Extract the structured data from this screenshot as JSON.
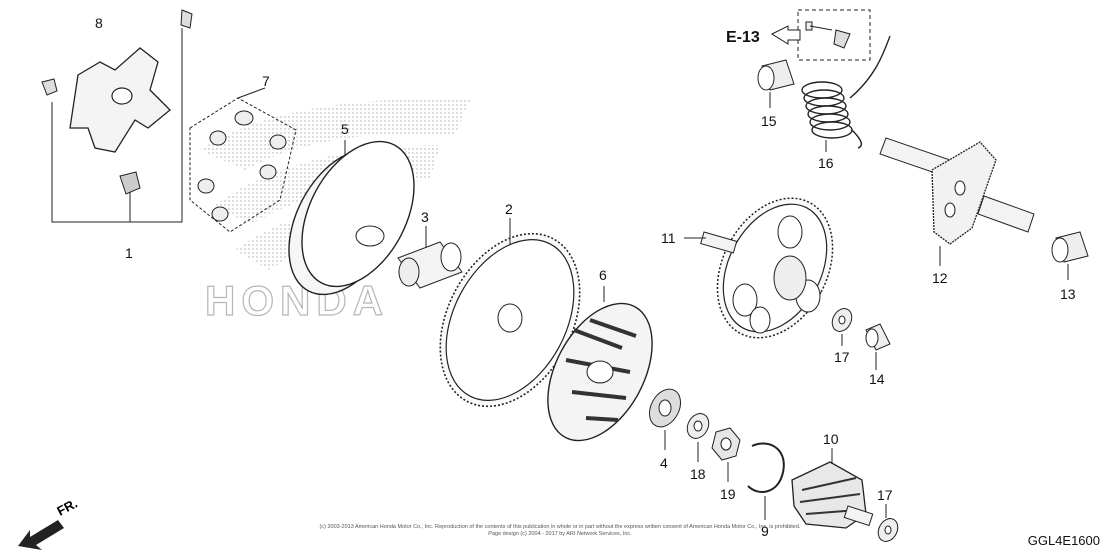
{
  "nav": {
    "ref_label": "E-13"
  },
  "direction": {
    "label": "FR."
  },
  "diagram_code": "GGL4E1600",
  "copyright": {
    "line1": "(c) 2003-2013 American Honda Motor Co., Inc. Reproduction of the contents of this publication in whole or in part without the express written consent of American Honda Motor Co., Inc. is prohibited.",
    "line2": "Page design (c) 2004 - 2017 by ARI Network Services, Inc."
  },
  "watermark": {
    "text": "HONDA"
  },
  "callouts": [
    "1",
    "2",
    "3",
    "4",
    "5",
    "6",
    "7",
    "8",
    "9",
    "10",
    "11",
    "12",
    "13",
    "14",
    "15",
    "16",
    "17",
    "17",
    "18",
    "19"
  ]
}
